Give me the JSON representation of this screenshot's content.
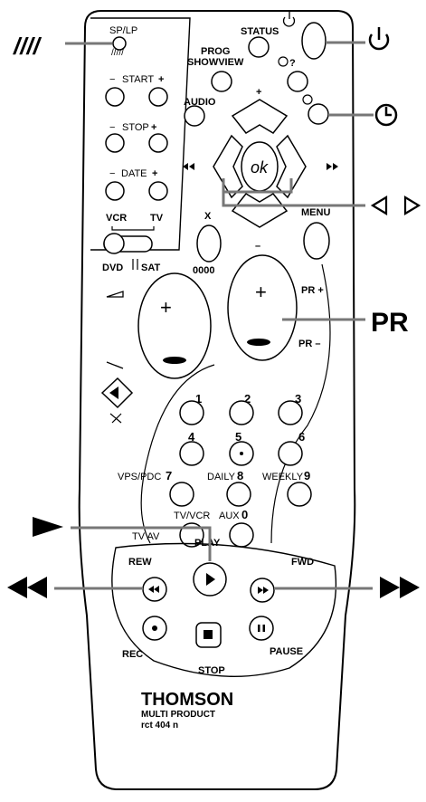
{
  "left_col": {
    "sp_lp": "SP/LP",
    "sp_lp_marks": "/////",
    "start": "START",
    "stop": "STOP",
    "date": "DATE",
    "minus": "−",
    "plus": "+",
    "vcr": "VCR",
    "tv": "TV",
    "dvd": "DVD",
    "sat": "SAT"
  },
  "top": {
    "status": "STATUS",
    "prog_showview_1": "PROG",
    "prog_showview_2": "SHOWVIEW",
    "audio": "AUDIO",
    "timer_query": "?",
    "nav_plus": "+",
    "nav_minus": "–",
    "ok": "ok"
  },
  "mid": {
    "x_label": "X",
    "zeros": "0000",
    "menu": "MENU",
    "pr_plus": "PR +",
    "pr_minus": "PR –"
  },
  "numpad": {
    "keys": [
      "1",
      "2",
      "3",
      "4",
      "5",
      "6",
      "7",
      "8",
      "9",
      "0"
    ],
    "vps_pdc": "VPS/PDC",
    "daily": "DAILY",
    "weekly": "WEEKLY",
    "tv_vcr": "TV/VCR",
    "aux": "AUX",
    "tv_av": "TV AV"
  },
  "transport": {
    "play": "PLAY",
    "rew": "REW",
    "fwd": "FWD",
    "rec": "REC",
    "stop": "STOP",
    "pause": "PAUSE"
  },
  "brand": {
    "name": "THOMSON",
    "line1": "MULTI PRODUCT",
    "line2": "rct 404 n"
  },
  "callouts": {
    "pr": "PR",
    "sp_lp_marks": "////"
  },
  "icons": [
    "power-icon",
    "timer-icon",
    "arrow-left-icon",
    "arrow-right-icon",
    "play-icon",
    "rewind-icon",
    "fast-forward-icon",
    "record-icon",
    "stop-icon",
    "pause-icon",
    "mute-icon",
    "skip-back-icon",
    "skip-forward-icon",
    "volume-up-icon",
    "volume-down-icon"
  ]
}
